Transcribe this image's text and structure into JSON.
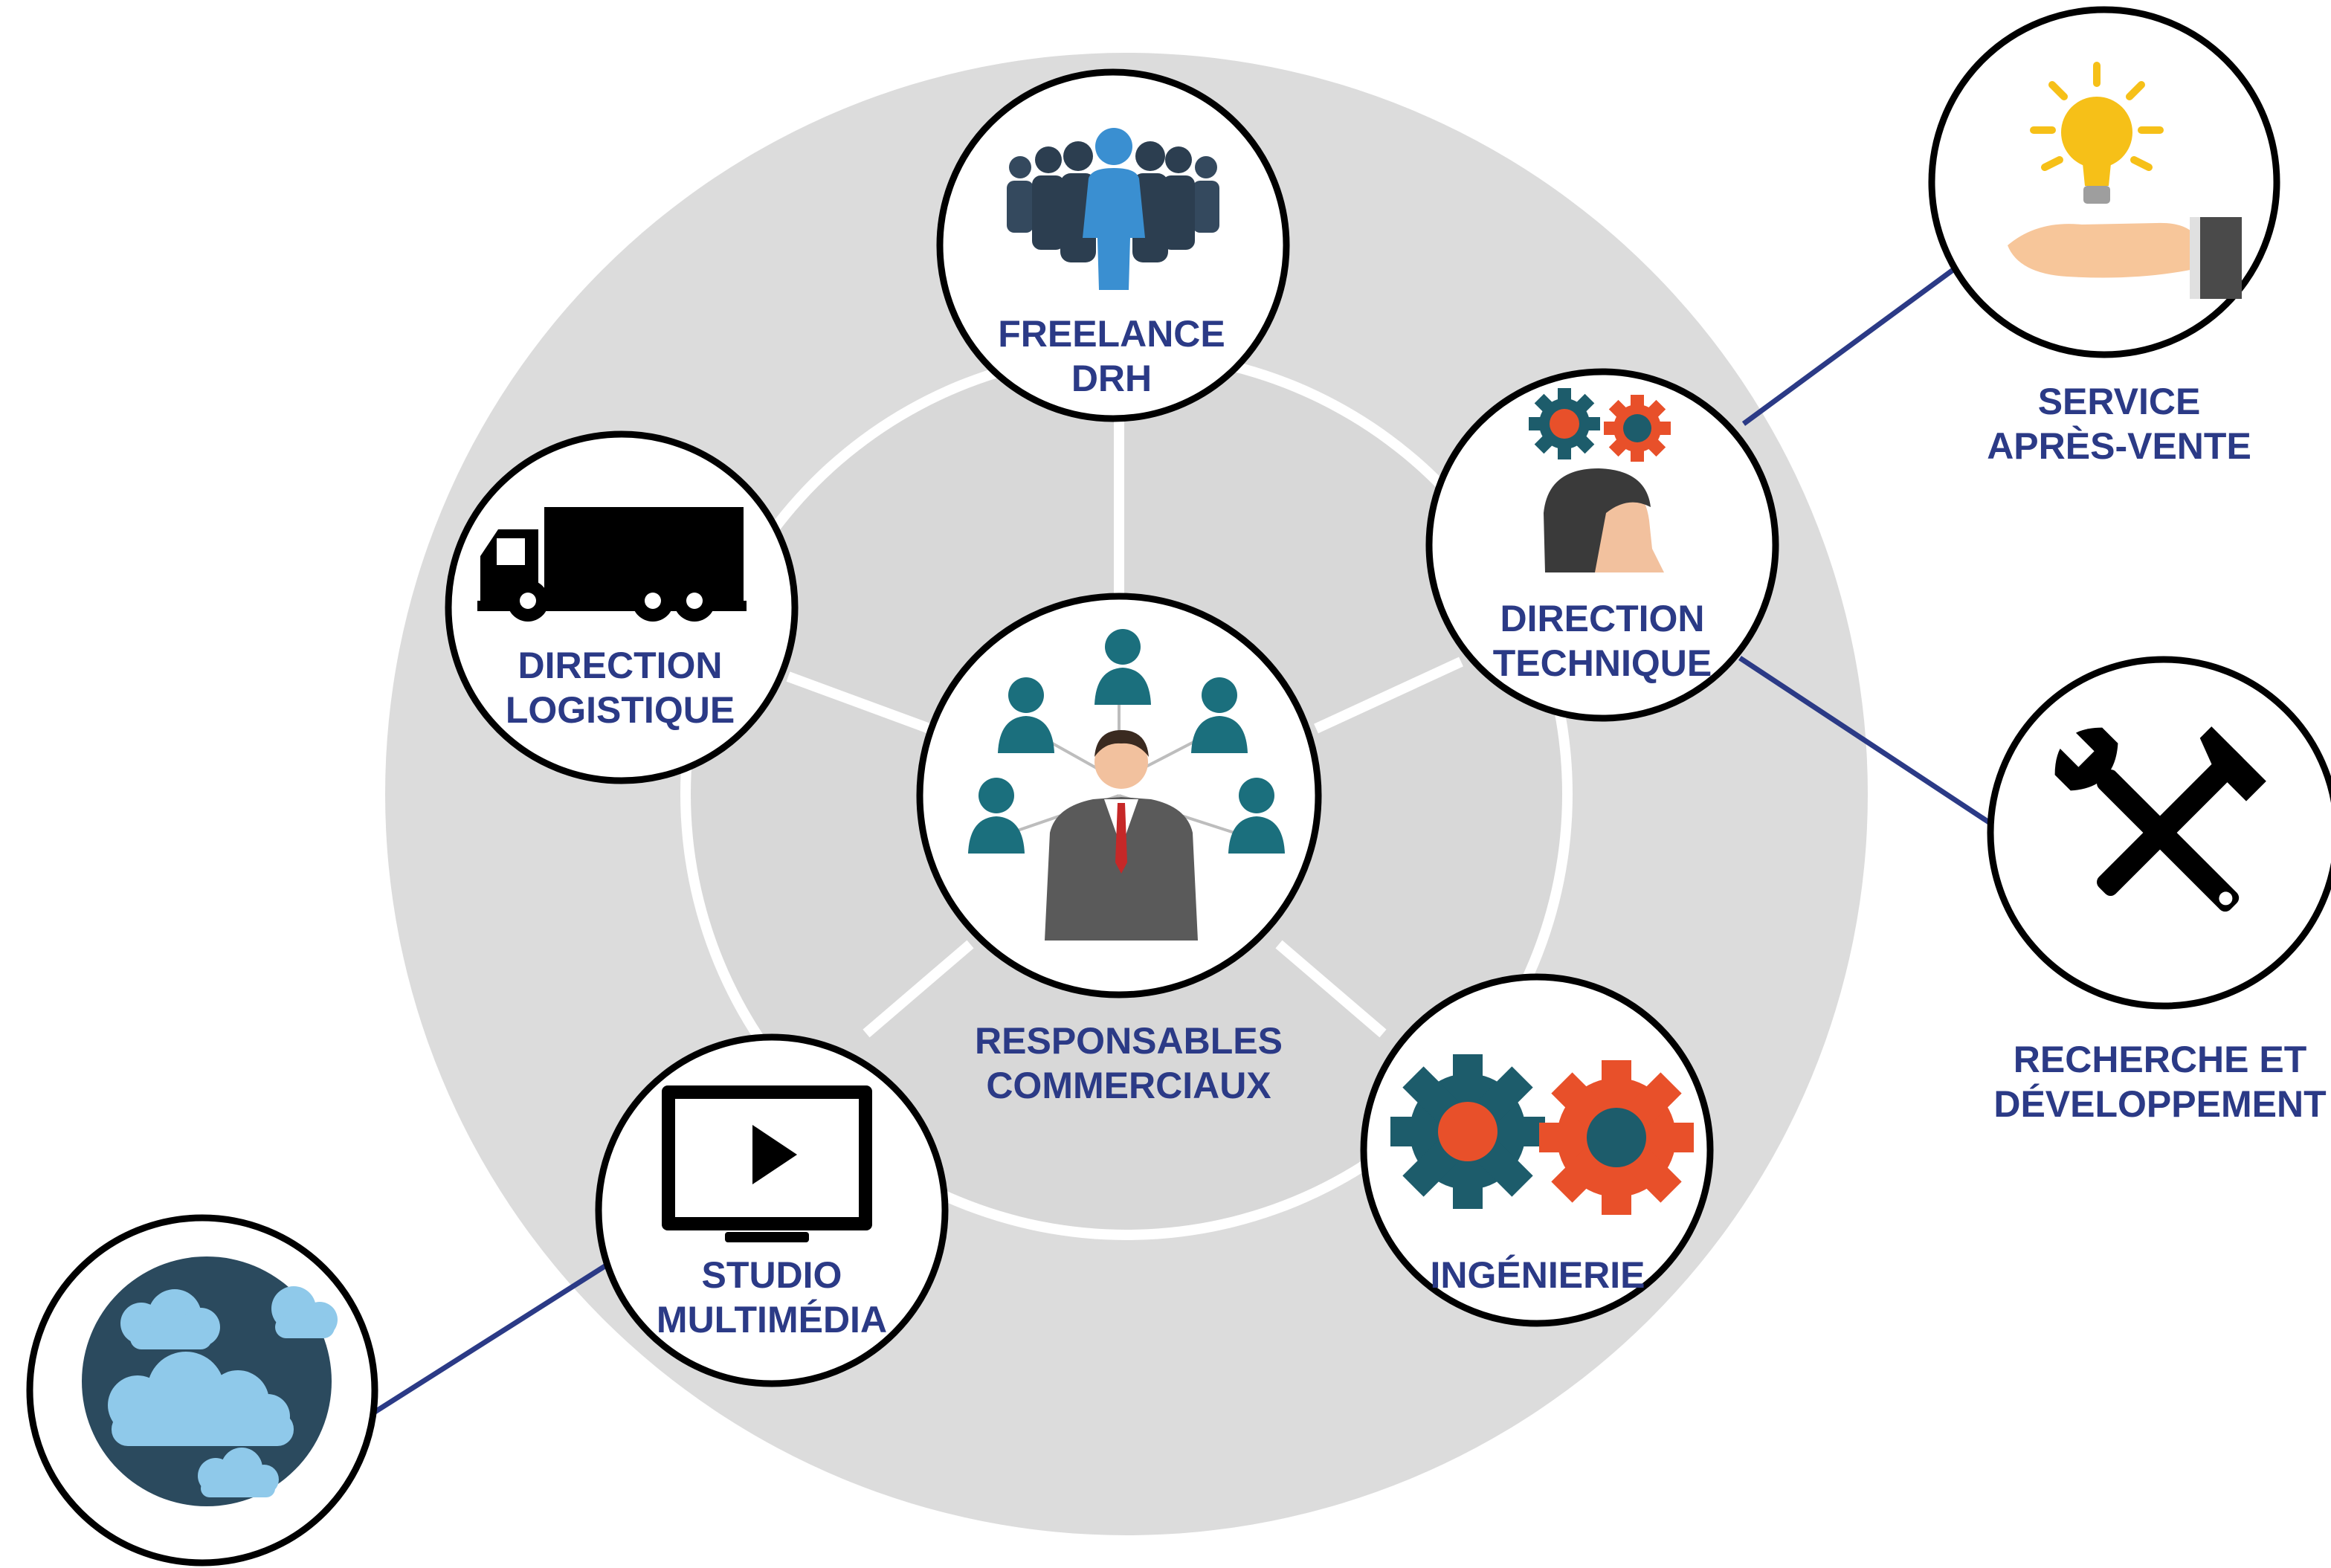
{
  "colors": {
    "outer_ring": "#dcdcdc",
    "inner_ring": "#d8d8d8",
    "separator": "#ffffff",
    "node_fill": "#ffffff",
    "node_stroke": "#000000",
    "label": "#2b3a86",
    "connector": "#2b3a86",
    "teal": "#1b6f7d",
    "orange": "#e8502a",
    "people_blue": "#3a8fd1",
    "people_dark": "#34495e",
    "bulb_yellow": "#f6c018"
  },
  "center": {
    "name": "responsables-commerciaux",
    "icon": "business-network-icon",
    "label_lines": [
      "RESPONSABLES",
      "COMMERCIAUX"
    ]
  },
  "nodes": [
    {
      "name": "freelance-drh",
      "icon": "team-people-icon",
      "label_lines": [
        "FREELANCE",
        "DRH"
      ]
    },
    {
      "name": "direction-logistique",
      "icon": "truck-icon",
      "label_lines": [
        "DIRECTION",
        "LOGISTIQUE"
      ]
    },
    {
      "name": "direction-technique",
      "icon": "gears-head-icon",
      "label_lines": [
        "DIRECTION",
        "TECHNIQUE"
      ]
    },
    {
      "name": "studio-multimedia",
      "icon": "video-screen-icon",
      "label_lines": [
        "STUDIO",
        "MULTIMÉDIA"
      ]
    },
    {
      "name": "ingenierie",
      "icon": "gears-icon",
      "label_lines": [
        "INGÉNIERIE"
      ]
    }
  ],
  "satellites": [
    {
      "name": "service-apres-vente",
      "icon": "lightbulb-hand-icon",
      "label_lines": [
        "SERVICE",
        "APRÈS-VENTE"
      ]
    },
    {
      "name": "recherche-developpement",
      "icon": "tools-icon",
      "label_lines": [
        "RECHERCHE ET",
        "DÉVELOPPEMENT"
      ]
    },
    {
      "name": "cloud",
      "icon": "cloud-globe-icon",
      "label_lines": []
    }
  ]
}
